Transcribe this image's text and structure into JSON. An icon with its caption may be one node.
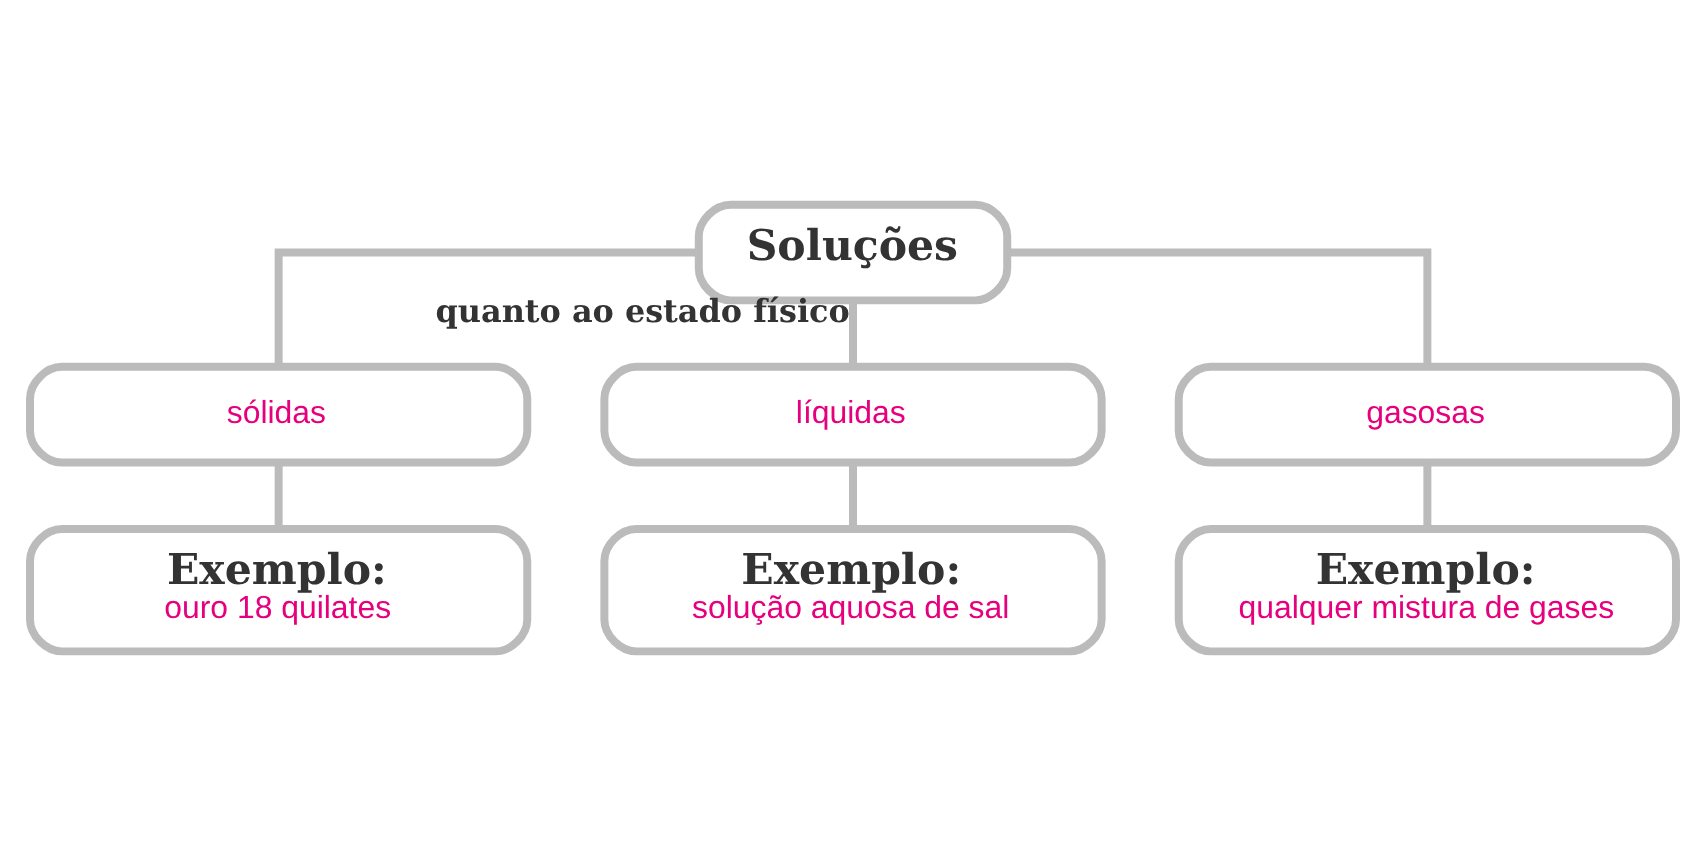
{
  "diagram": {
    "nodes": [
      {
        "text": [
          "Soluções"
        ]
      },
      {
        "text": [
          "sólidas"
        ]
      },
      {
        "text": [
          "líquidas"
        ]
      },
      {
        "text": [
          "gasosas"
        ]
      },
      {
        "text": [
          "Exemplo:",
          "ouro 18 quilates"
        ]
      },
      {
        "text": [
          "Exemplo:",
          "solução aquosa de sal"
        ]
      },
      {
        "text": [
          "Exemplo:",
          "qualquer mistura de gases"
        ]
      }
    ],
    "edges": [
      {
        "from": 0,
        "to": 1,
        "arrow": "none"
      },
      {
        "from": 0,
        "to": 2,
        "arrow": "none",
        "label": "quanto ao estado físico"
      },
      {
        "from": 0,
        "to": 3,
        "arrow": "none"
      },
      {
        "from": 1,
        "to": 4,
        "arrow": "none"
      },
      {
        "from": 2,
        "to": 5,
        "arrow": "none"
      },
      {
        "from": 3,
        "to": 6,
        "arrow": "none"
      }
    ]
  }
}
